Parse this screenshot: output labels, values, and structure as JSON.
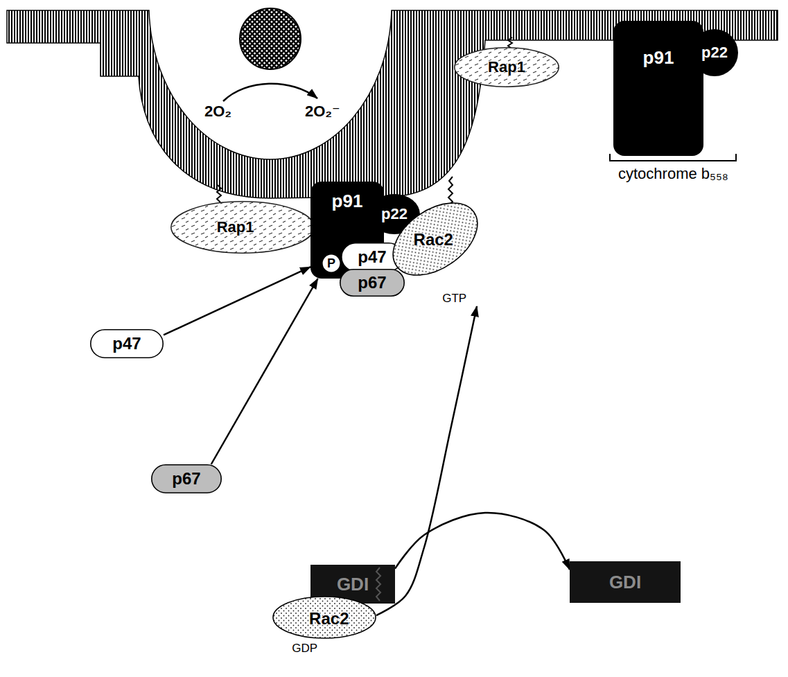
{
  "diagram": {
    "nodes": [
      {
        "text": [
          "p91"
        ]
      },
      {
        "text": [
          "p22"
        ]
      },
      {
        "text": [
          "Rap1"
        ]
      },
      {
        "text": [
          "Rap1"
        ]
      },
      {
        "text": [
          "p91"
        ]
      },
      {
        "text": [
          "p22"
        ]
      },
      {
        "text": [
          "P"
        ]
      },
      {
        "text": [
          "p47"
        ]
      },
      {
        "text": [
          "p67"
        ]
      },
      {
        "text": [
          "Rac2",
          "GTP"
        ]
      },
      {
        "text": [
          "p47"
        ]
      },
      {
        "text": [
          "p67"
        ]
      },
      {
        "text": [
          "GDI"
        ]
      },
      {
        "text": [
          "GDI"
        ]
      },
      {
        "text": [
          "Rac2",
          "GDP"
        ]
      }
    ],
    "edges": [
      {
        "from": 10,
        "to": 4,
        "arrow": "to"
      },
      {
        "from": 11,
        "to": 4,
        "arrow": "to"
      },
      {
        "from": 14,
        "to": 9,
        "arrow": "to"
      },
      {
        "from": 13,
        "to": 12,
        "arrow": "to"
      }
    ],
    "labels": [
      "2O₂",
      "2O₂⁻",
      "cytochrome b₅₅₈"
    ]
  }
}
